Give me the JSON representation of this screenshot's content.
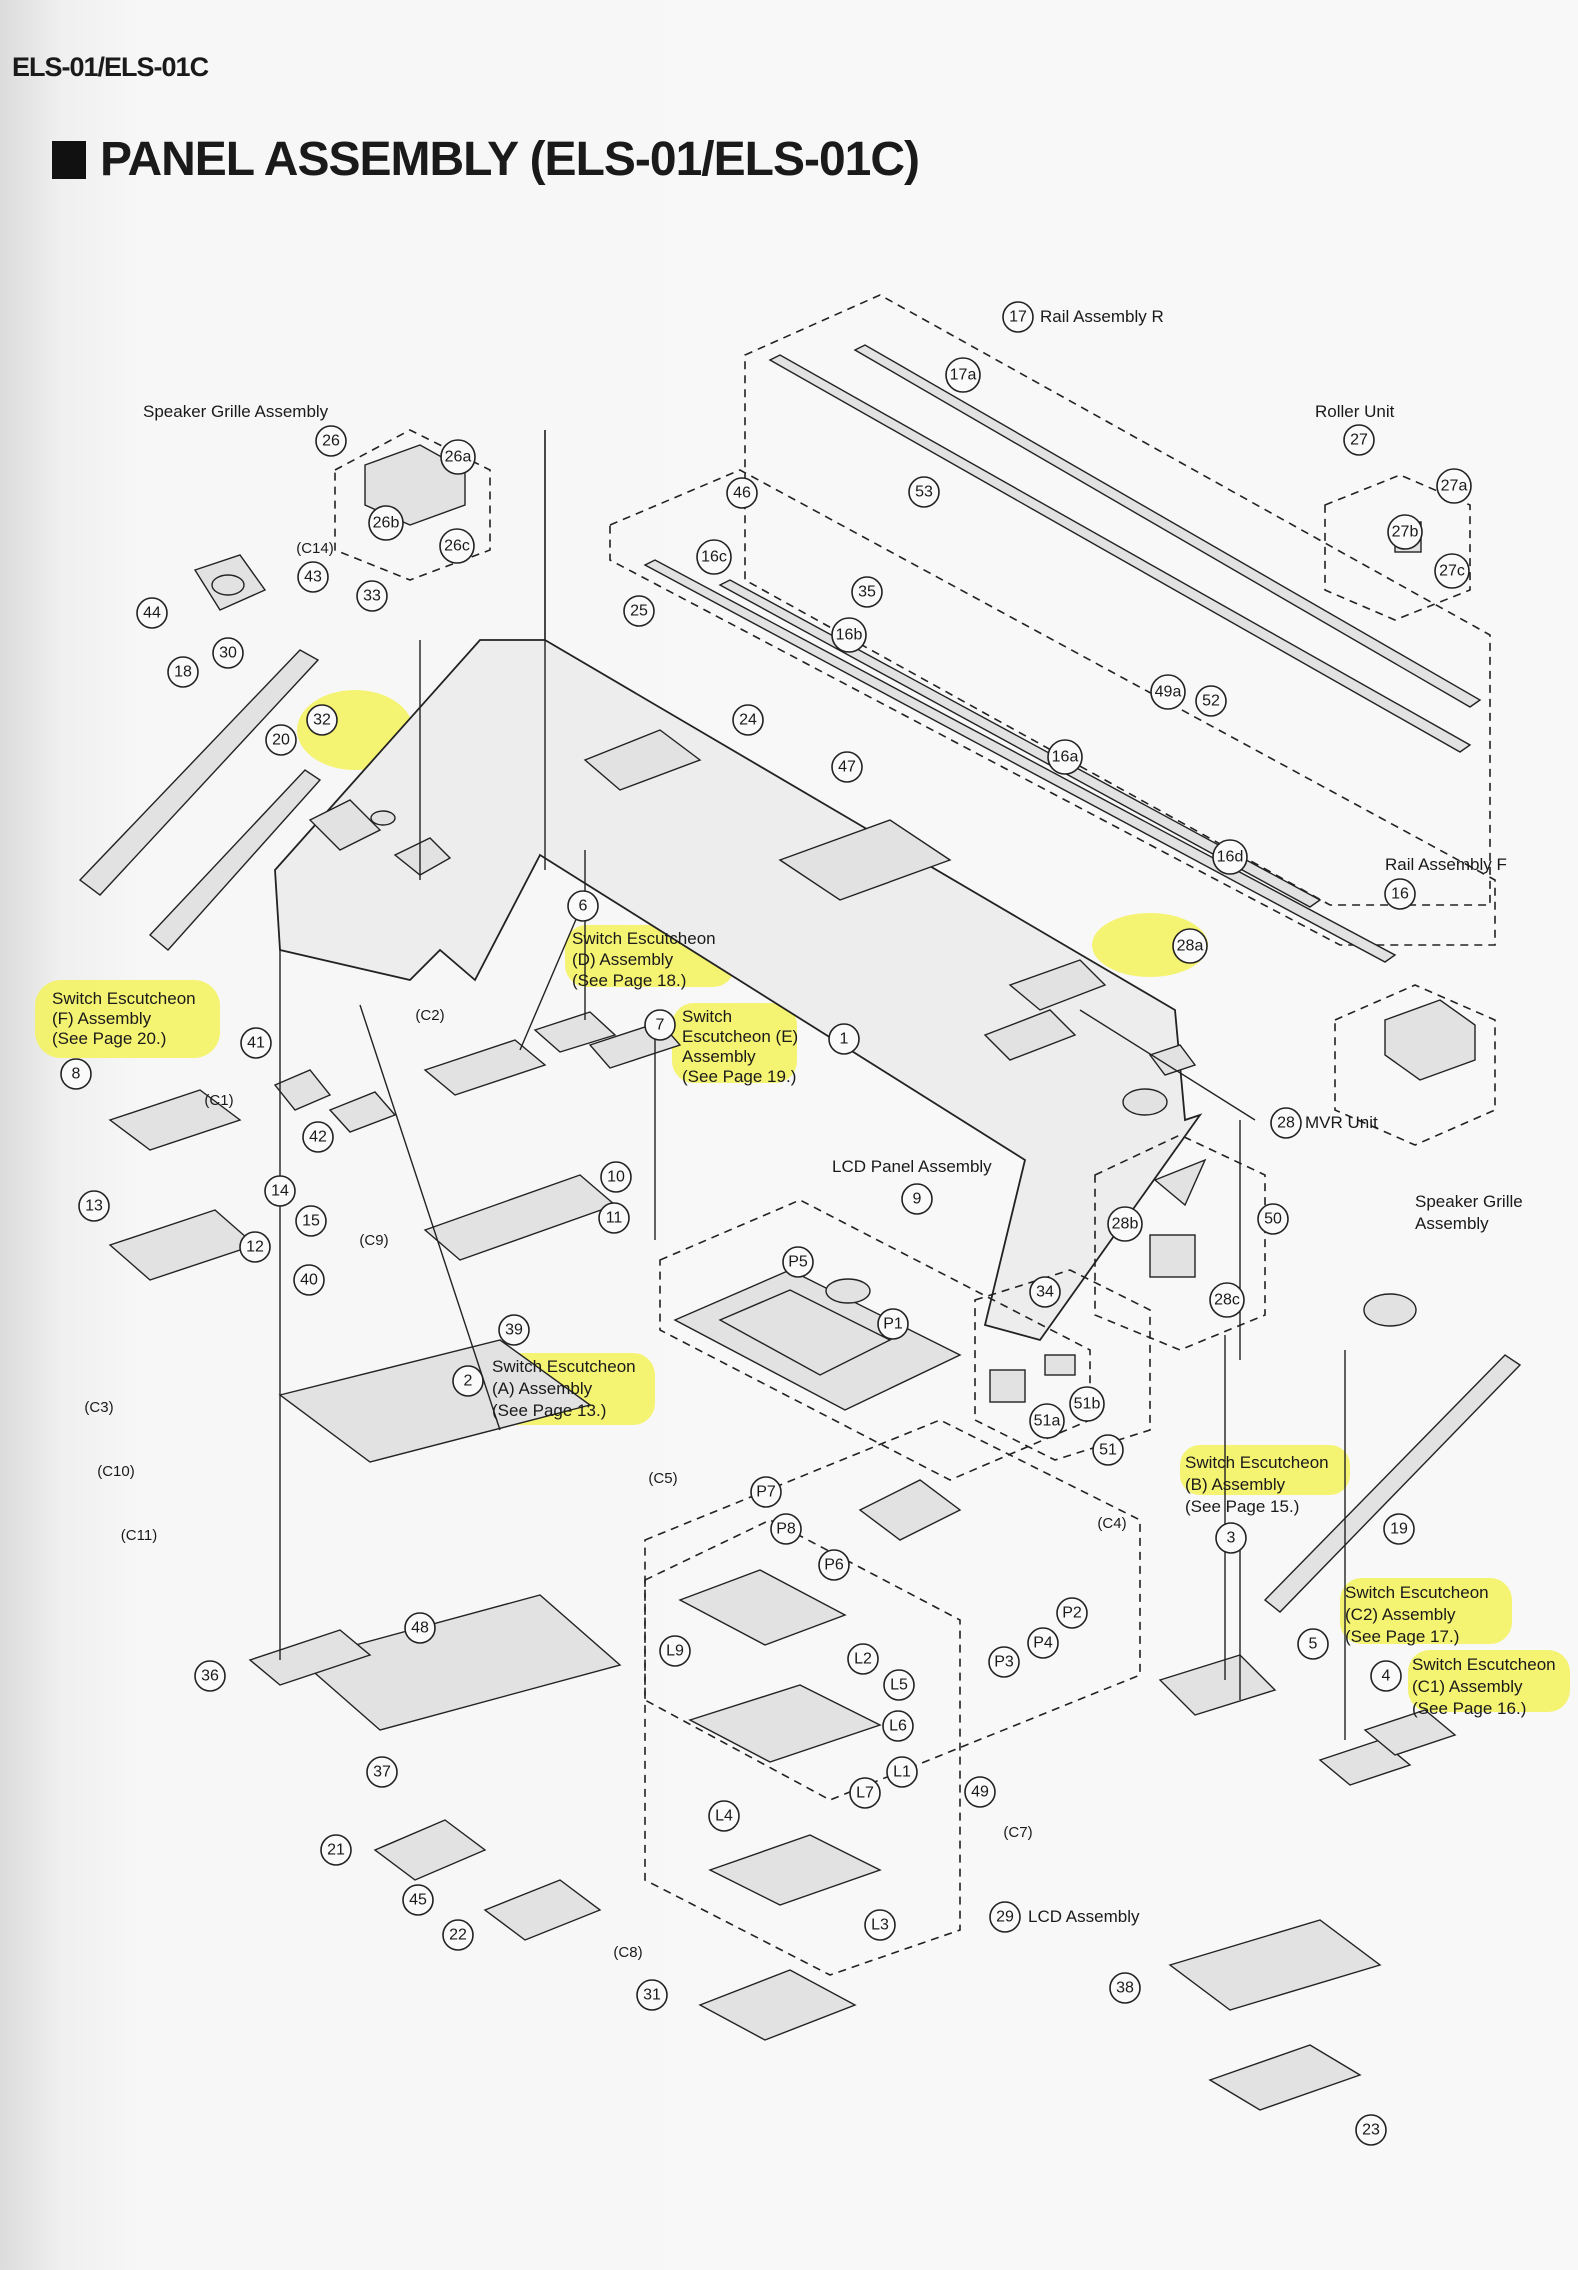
{
  "header": "ELS-01/ELS-01C",
  "title": "PANEL ASSEMBLY (ELS-01/ELS-01C)",
  "labels": {
    "rail_r": "Rail Assembly R",
    "roller": "Roller Unit",
    "speaker_grille_top": "Speaker Grille Assembly",
    "rail_f": "Rail Assembly F",
    "mvr": "MVR Unit",
    "speaker_grille_right_1": "Speaker Grille",
    "speaker_grille_right_2": "Assembly",
    "lcd_panel": "LCD Panel Assembly",
    "lcd_assembly": "LCD Assembly"
  },
  "highlighted": {
    "d": [
      "Switch Escutcheon",
      "(D) Assembly",
      "(See Page 18.)"
    ],
    "e": [
      "Switch",
      "Escutcheon (E)",
      "Assembly",
      "(See Page 19.)"
    ],
    "f": [
      "Switch Escutcheon",
      "(F) Assembly",
      "(See Page 20.)"
    ],
    "a": [
      "Switch Escutcheon",
      "(A) Assembly",
      "(See Page 13.)"
    ],
    "b": [
      "Switch Escutcheon",
      "(B) Assembly",
      "(See Page 15.)"
    ],
    "c2": [
      "Switch Escutcheon",
      "(C2) Assembly",
      "(See Page 17.)"
    ],
    "c1": [
      "Switch Escutcheon",
      "(C1) Assembly",
      "(See Page 16.)"
    ]
  },
  "callouts": [
    "17",
    "17a",
    "26",
    "26a",
    "26b",
    "26c",
    "27",
    "27a",
    "27b",
    "27c",
    "44",
    "46",
    "53",
    "16c",
    "35",
    "25",
    "16b",
    "49a",
    "52",
    "24",
    "47",
    "16a",
    "33",
    "43",
    "30",
    "18",
    "32",
    "20",
    "16d",
    "28a",
    "16",
    "6",
    "7",
    "1",
    "41",
    "8",
    "13",
    "14",
    "15",
    "12",
    "10",
    "11",
    "42",
    "40",
    "39",
    "9",
    "P5",
    "P1",
    "34",
    "51b",
    "51a",
    "51",
    "28",
    "28b",
    "50",
    "28c",
    "2",
    "3",
    "5",
    "4",
    "19",
    "P7",
    "P8",
    "P6",
    "P2",
    "P4",
    "P3",
    "L9",
    "L2",
    "L5",
    "L6",
    "L1",
    "L7",
    "L4",
    "L3",
    "29",
    "48",
    "36",
    "37",
    "21",
    "22",
    "45",
    "31",
    "38",
    "23",
    "49"
  ],
  "connectors": [
    "(C14)",
    "(C2)",
    "(C1)",
    "(C9)",
    "(C3)",
    "(C10)",
    "(C11)",
    "(C5)",
    "(C4)",
    "(C7)",
    "(C8)"
  ],
  "colors": {
    "highlight": "#f4f25a",
    "ink": "#1a1a1a"
  }
}
